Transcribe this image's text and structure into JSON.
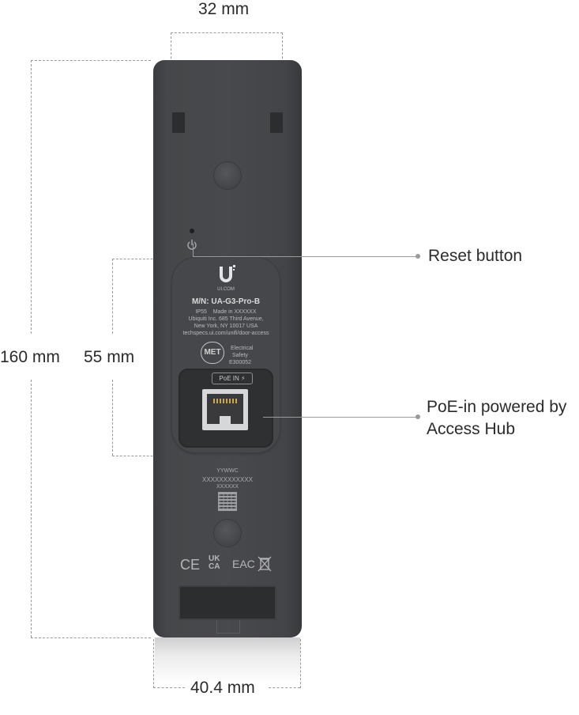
{
  "dimensions": {
    "top_width": "32 mm",
    "height_total": "160 mm",
    "height_plate": "55 mm",
    "bottom_width": "40.4 mm"
  },
  "callouts": {
    "reset": "Reset button",
    "poe_line1": "PoE-in powered by",
    "poe_line2": "Access Hub"
  },
  "label": {
    "brand": "UI.COM",
    "model": "M/N: UA-G3-Pro-B",
    "ip_line": "IP55    Made in XXXXXX",
    "address1": "Ubiquiti Inc. 685 Third Avenue,",
    "address2": "New York, NY 10017 USA",
    "url": "techspecs.ui.com/unifi/door-access",
    "met": "MET",
    "safety1": "Electrical",
    "safety2": "Safety",
    "safety3": "E300052",
    "port": "PoE IN"
  },
  "serials": {
    "line1": "YYWWC",
    "line2": "XXXXXXXXXXXX",
    "line3": "XXXXXX"
  },
  "marks": {
    "ce": "CE",
    "ukca": "UK CA",
    "eac": "EAC"
  },
  "colors": {
    "device": "#46474a",
    "line": "#9a9a9a",
    "text": "#2b2b2b"
  }
}
